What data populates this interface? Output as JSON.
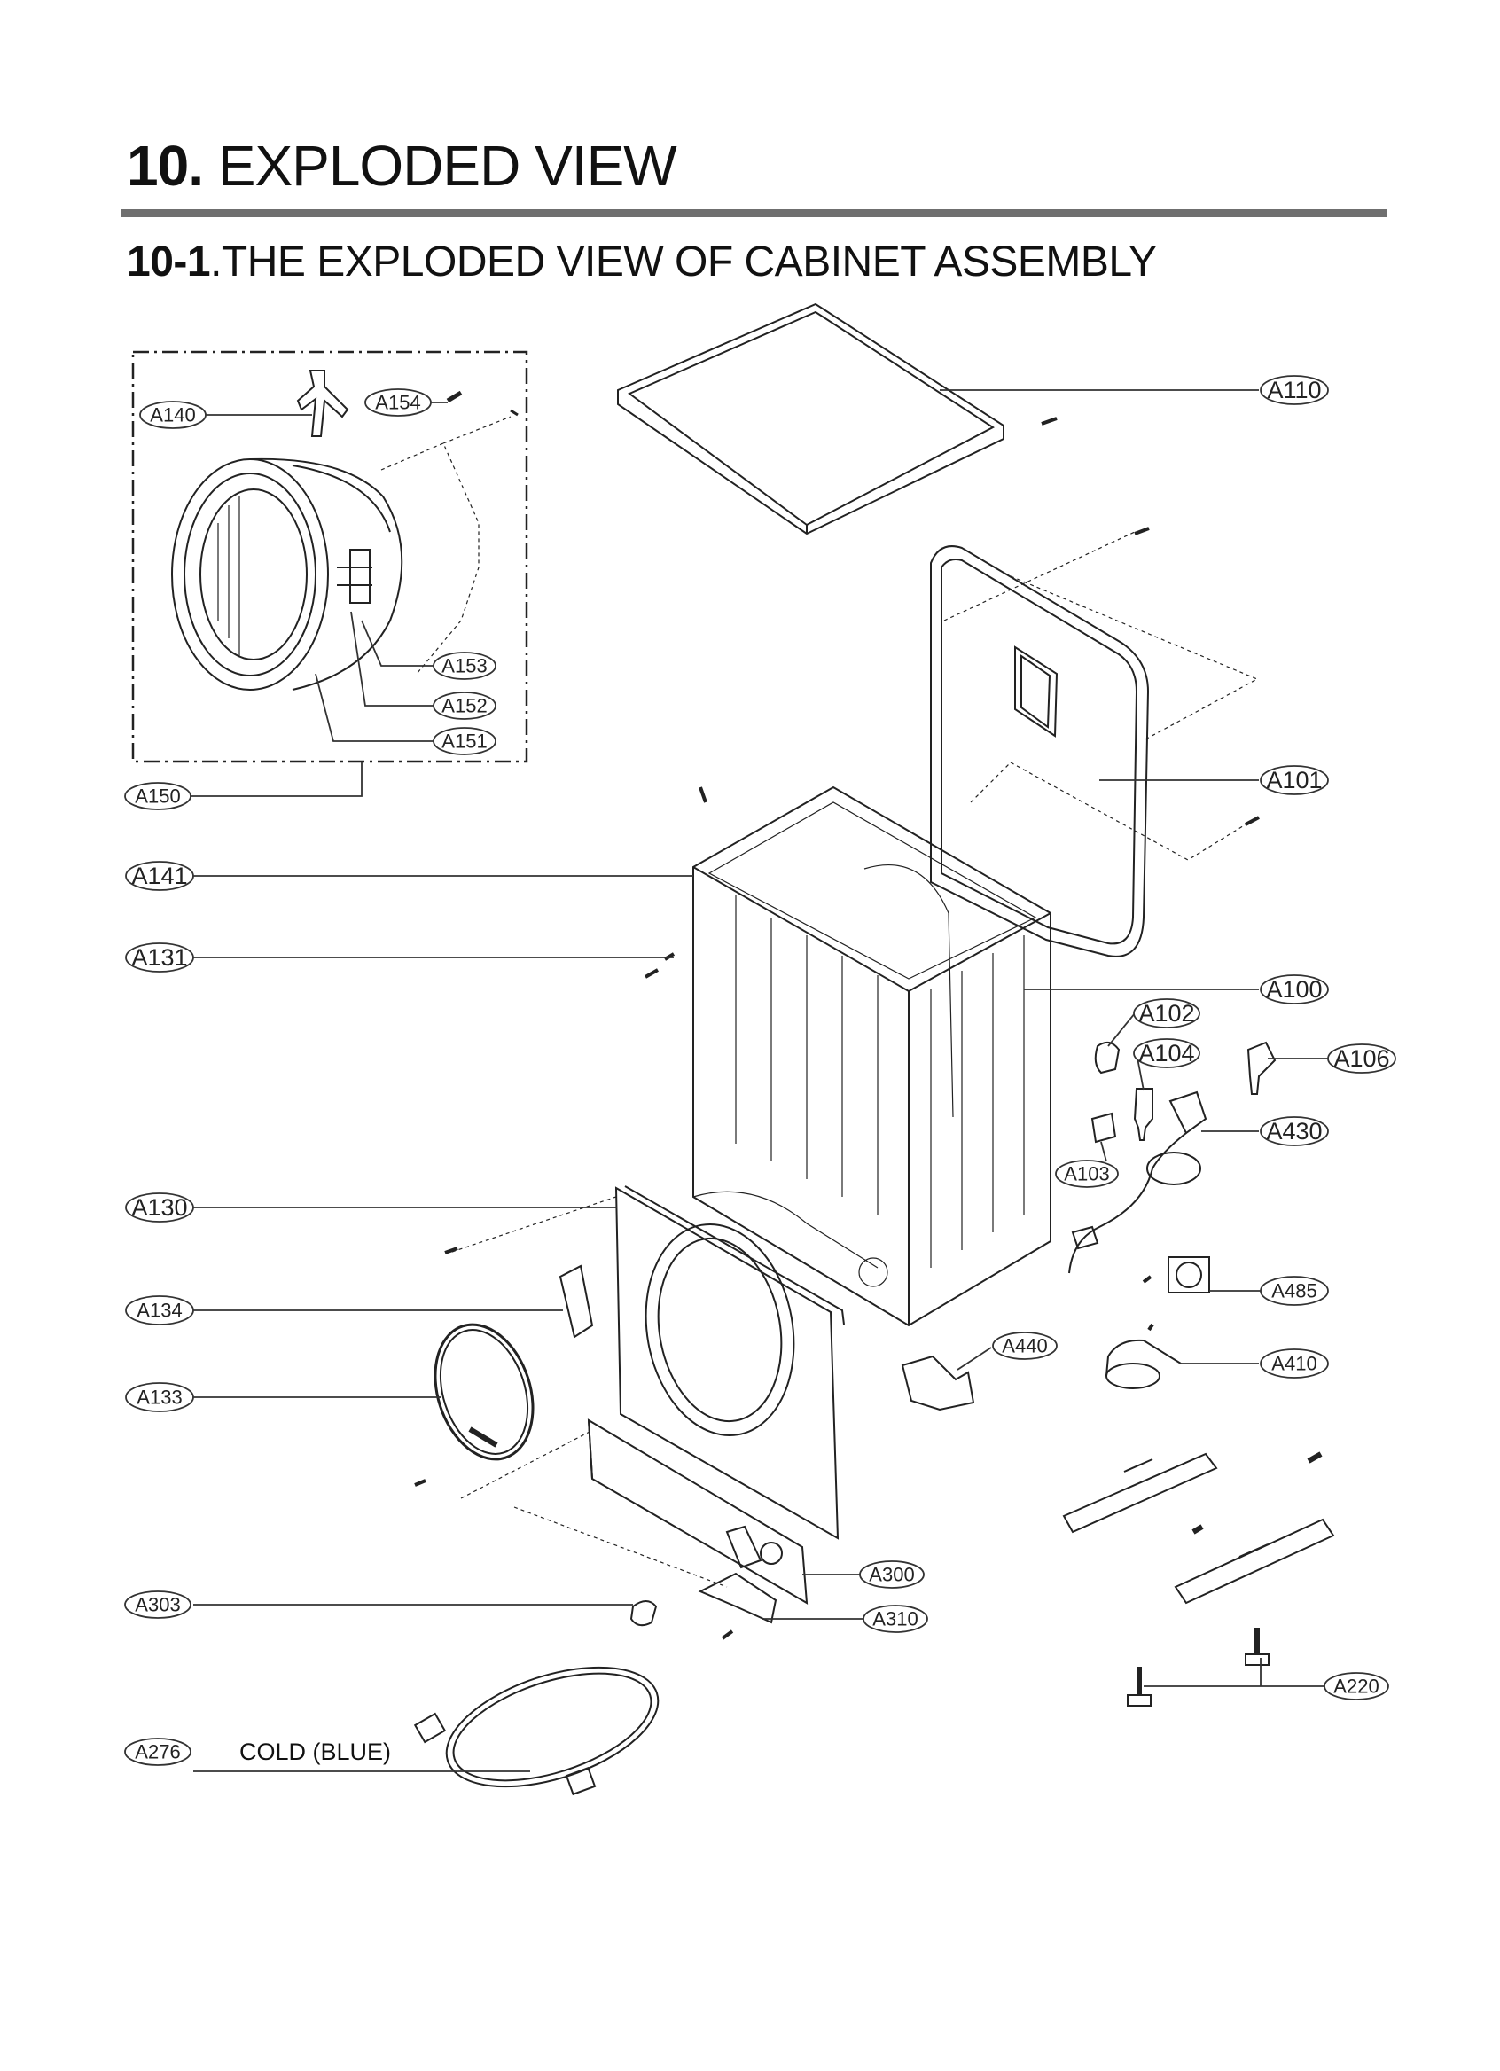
{
  "heading": {
    "number": "10.",
    "text": "EXPLODED VIEW"
  },
  "subheading": {
    "number": "10-1",
    "text": ".THE EXPLODED VIEW OF CABINET ASSEMBLY"
  },
  "callouts": {
    "A140": "A140",
    "A154": "A154",
    "A153": "A153",
    "A152": "A152",
    "A151": "A151",
    "A150": "A150",
    "A141": "A141",
    "A131": "A131",
    "A130": "A130",
    "A134": "A134",
    "A133": "A133",
    "A303": "A303",
    "A276": "A276",
    "A110": "A110",
    "A101": "A101",
    "A100": "A100",
    "A102": "A102",
    "A104": "A104",
    "A106": "A106",
    "A430": "A430",
    "A103": "A103",
    "A485": "A485",
    "A440": "A440",
    "A410": "A410",
    "A300": "A300",
    "A310": "A310",
    "A220": "A220"
  },
  "hose_note": "COLD (BLUE)"
}
